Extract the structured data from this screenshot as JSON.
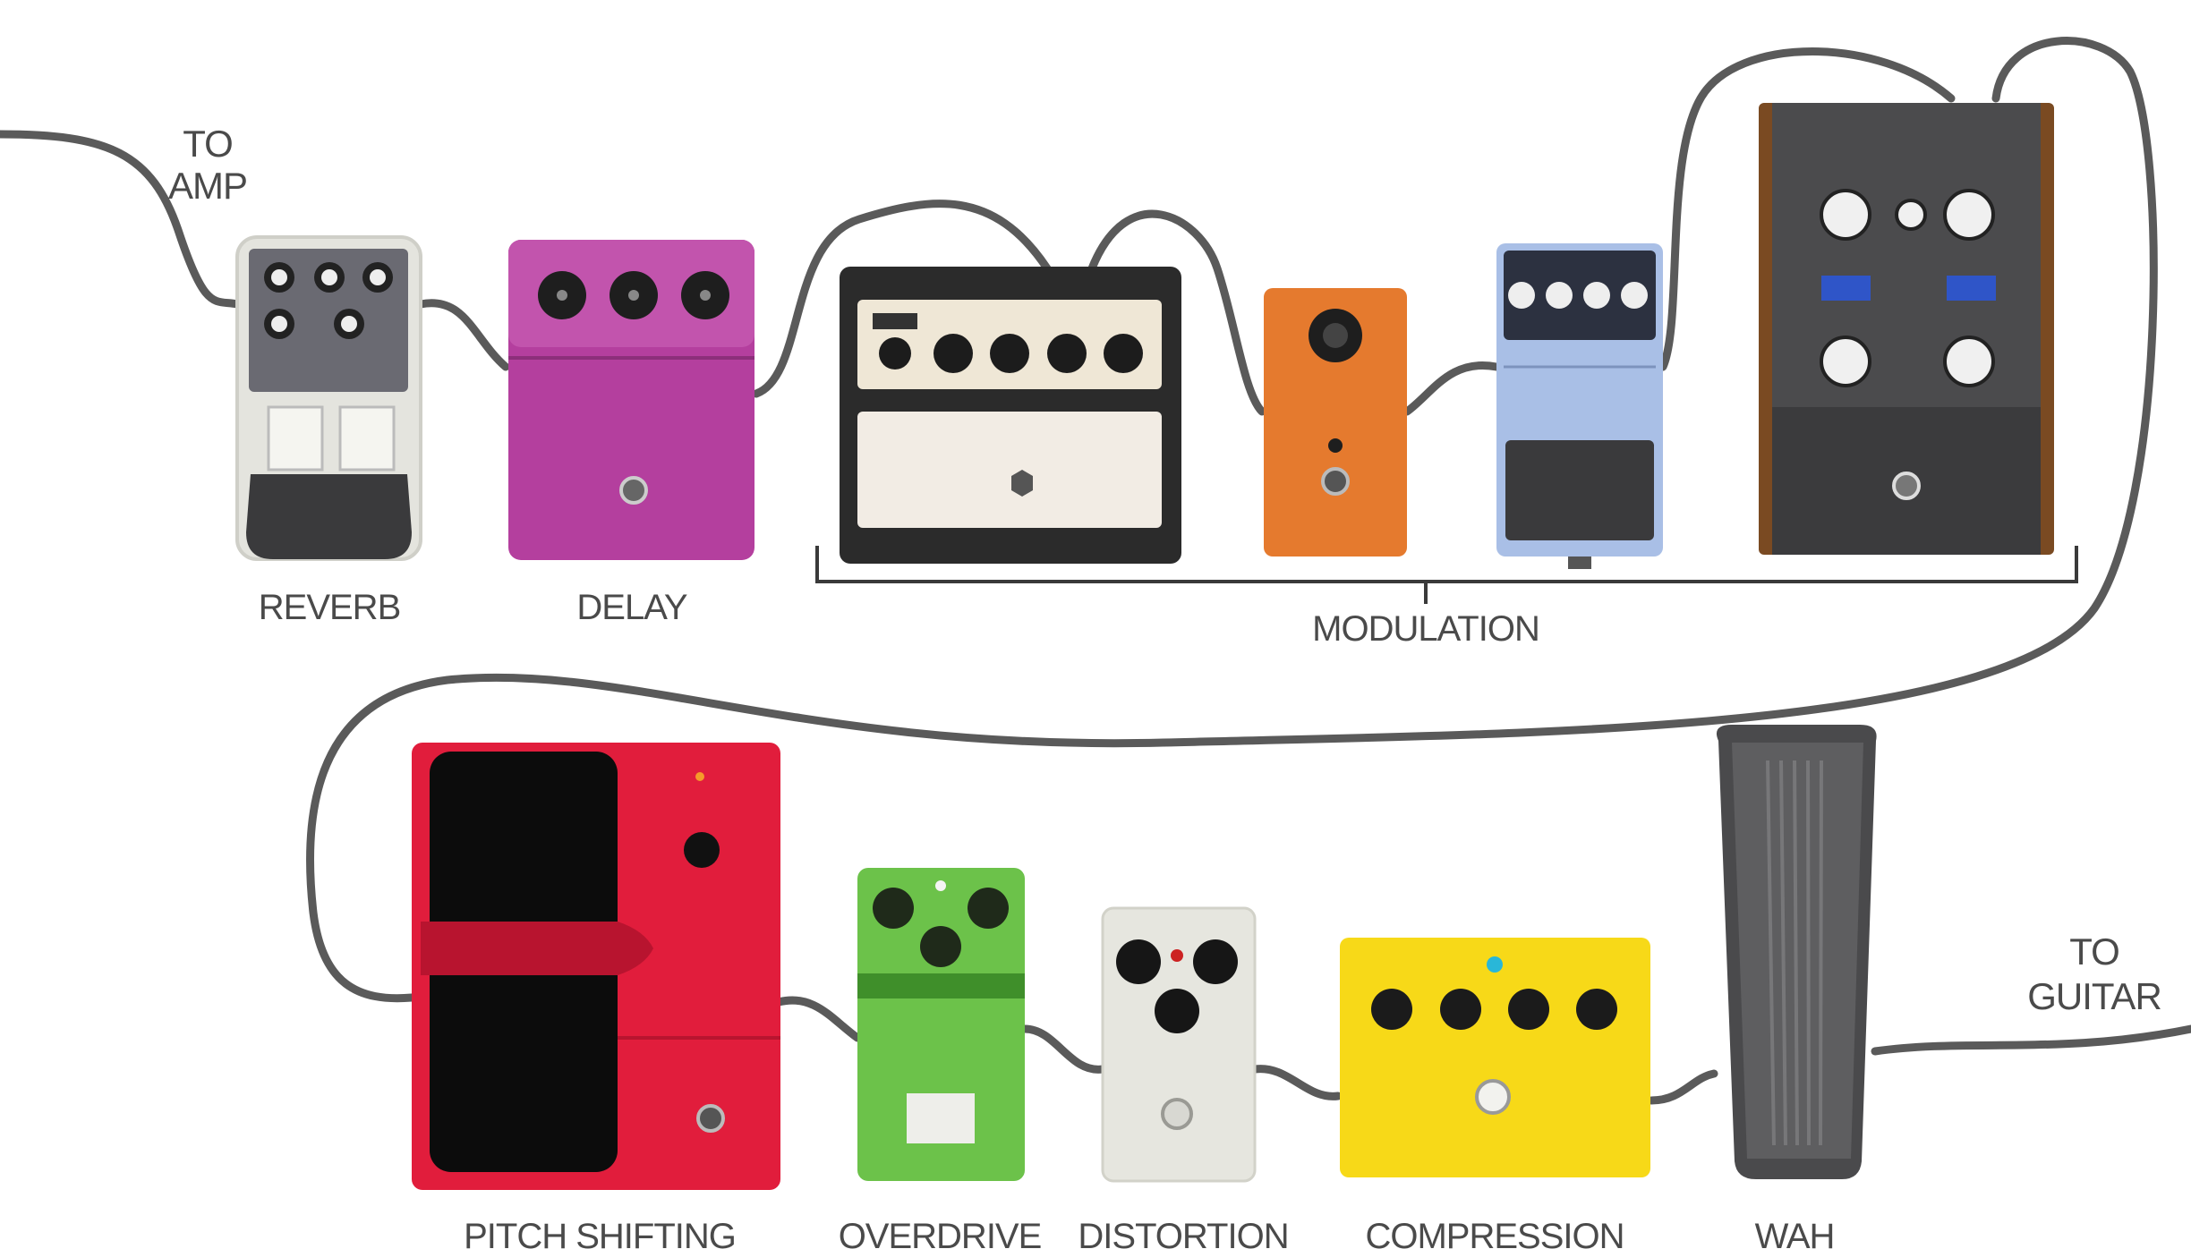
{
  "annotations": {
    "to_amp_line1": "TO",
    "to_amp_line2": "AMP",
    "to_guitar_line1": "TO",
    "to_guitar_line2": "GUITAR"
  },
  "group_label": "MODULATION",
  "pedals": {
    "reverb": "REVERB",
    "delay": "DELAY",
    "pitch_shifting": "PITCH SHIFTING",
    "overdrive": "OVERDRIVE",
    "distortion": "DISTORTION",
    "compression": "COMPRESSION",
    "wah": "WAH"
  },
  "colors": {
    "cable": "#5a5a5a",
    "label": "#4a4a4a",
    "reverb_body": "#e4e4de",
    "delay_body": "#b43f9e",
    "pitch_body": "#e11d3c",
    "overdrive_body": "#6cc24a",
    "distortion_body": "#e6e6df",
    "compression_body": "#f7d918",
    "wah_body": "#5e5e60",
    "orange_body": "#e57a2e",
    "chorus_body": "#a9bfe6",
    "tremolo_wood": "#7a4a22"
  }
}
